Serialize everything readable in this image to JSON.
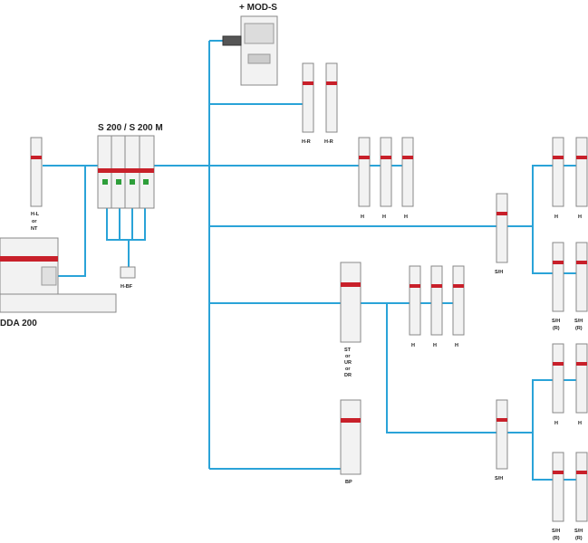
{
  "colors": {
    "wire": "#2aa3d8",
    "body": "#f2f2f2",
    "outline": "#888888",
    "accent": "#c8202a",
    "green": "#2e9e3a"
  },
  "labels": {
    "mod_s": "+ MOD-S",
    "s200": "S 200 / S 200 M",
    "dda200": "DDA 200",
    "hbf": "H-BF",
    "hl": [
      "H-L",
      "or",
      "NT"
    ],
    "hr1": "H-R",
    "hr2": "H-R",
    "h": "H",
    "sh": "S/H",
    "shr": [
      "S/H",
      "(R)"
    ],
    "st": [
      "ST",
      "or",
      "UR",
      "or",
      "DR"
    ],
    "bp": "BP"
  }
}
